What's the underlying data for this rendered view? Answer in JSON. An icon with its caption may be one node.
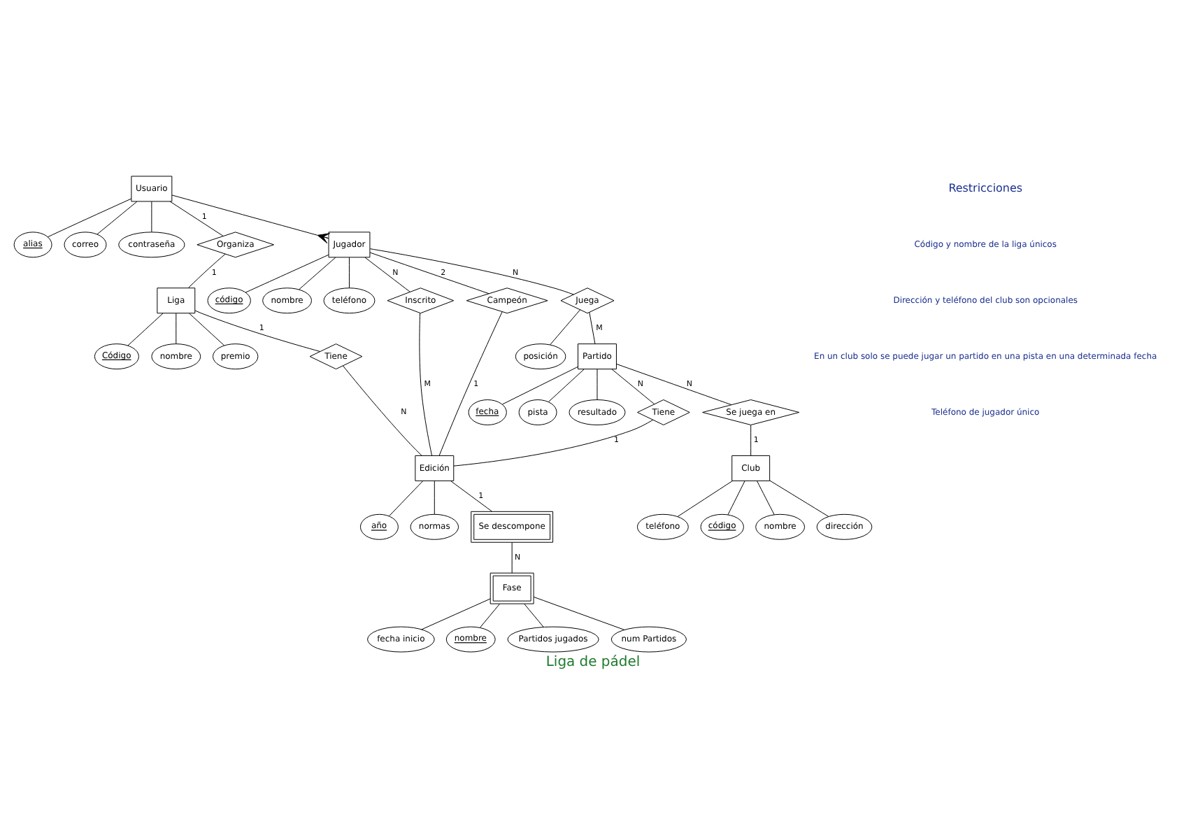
{
  "diagram": {
    "title": "Liga de pádel",
    "nodes": [
      {
        "text": [
          "Usuario"
        ]
      },
      {
        "text": [
          "alias"
        ]
      },
      {
        "text": [
          "correo"
        ]
      },
      {
        "text": [
          "contraseña"
        ]
      },
      {
        "text": [
          "Organiza"
        ]
      },
      {
        "text": [
          "Liga"
        ]
      },
      {
        "text": [
          "Código"
        ]
      },
      {
        "text": [
          "nombre"
        ]
      },
      {
        "text": [
          "premio"
        ]
      },
      {
        "text": [
          "Tiene"
        ]
      },
      {
        "text": [
          "Jugador"
        ]
      },
      {
        "text": [
          "código"
        ]
      },
      {
        "text": [
          "nombre"
        ]
      },
      {
        "text": [
          "teléfono"
        ]
      },
      {
        "text": [
          "Inscrito"
        ]
      },
      {
        "text": [
          "Campeón"
        ]
      },
      {
        "text": [
          "Edición"
        ]
      },
      {
        "text": [
          "año"
        ]
      },
      {
        "text": [
          "normas"
        ]
      },
      {
        "text": [
          "Juega"
        ]
      },
      {
        "text": [
          "posición"
        ]
      },
      {
        "text": [
          "Se descompone"
        ]
      },
      {
        "text": [
          "Partido"
        ]
      },
      {
        "text": [
          "fecha"
        ]
      },
      {
        "text": [
          "pista"
        ]
      },
      {
        "text": [
          "resultado"
        ]
      },
      {
        "text": [
          "Tiene"
        ]
      },
      {
        "text": [
          "Se juega en"
        ]
      },
      {
        "text": [
          "Fase"
        ]
      },
      {
        "text": [
          "fecha inicio"
        ]
      },
      {
        "text": [
          "nombre"
        ]
      },
      {
        "text": [
          "Partidos jugados"
        ]
      },
      {
        "text": [
          "num Partidos"
        ]
      },
      {
        "text": [
          "Club"
        ]
      },
      {
        "text": [
          "teléfono"
        ]
      },
      {
        "text": [
          "código"
        ]
      },
      {
        "text": [
          "nombre"
        ]
      },
      {
        "text": [
          "dirección"
        ]
      }
    ],
    "edges": [
      {
        "from": 0,
        "to": 1,
        "arrow": "none"
      },
      {
        "from": 0,
        "to": 2,
        "arrow": "none"
      },
      {
        "from": 0,
        "to": 3,
        "arrow": "none"
      },
      {
        "from": 0,
        "to": 4,
        "arrow": "none",
        "label": "1"
      },
      {
        "from": 4,
        "to": 5,
        "arrow": "none",
        "label": "1"
      },
      {
        "from": 5,
        "to": 6,
        "arrow": "none"
      },
      {
        "from": 5,
        "to": 7,
        "arrow": "none"
      },
      {
        "from": 5,
        "to": 8,
        "arrow": "none"
      },
      {
        "from": 5,
        "to": 9,
        "arrow": "none",
        "label": "1"
      },
      {
        "from": 9,
        "to": 16,
        "arrow": "none",
        "label": "N"
      },
      {
        "from": 0,
        "to": 10,
        "arrow": "other"
      },
      {
        "from": 10,
        "to": 11,
        "arrow": "none"
      },
      {
        "from": 10,
        "to": 12,
        "arrow": "none"
      },
      {
        "from": 10,
        "to": 13,
        "arrow": "none"
      },
      {
        "from": 10,
        "to": 14,
        "arrow": "none",
        "label": "N"
      },
      {
        "from": 14,
        "to": 16,
        "arrow": "none",
        "label": "M"
      },
      {
        "from": 10,
        "to": 15,
        "arrow": "none",
        "label": "2"
      },
      {
        "from": 15,
        "to": 16,
        "arrow": "none",
        "label": "1"
      },
      {
        "from": 16,
        "to": 17,
        "arrow": "none"
      },
      {
        "from": 16,
        "to": 18,
        "arrow": "none"
      },
      {
        "from": 10,
        "to": 19,
        "arrow": "none",
        "label": "N"
      },
      {
        "from": 19,
        "to": 22,
        "arrow": "none",
        "label": "M"
      },
      {
        "from": 19,
        "to": 20,
        "arrow": "none"
      },
      {
        "from": 16,
        "to": 21,
        "arrow": "none",
        "label": "1"
      },
      {
        "from": 22,
        "to": 23,
        "arrow": "none"
      },
      {
        "from": 22,
        "to": 24,
        "arrow": "none"
      },
      {
        "from": 22,
        "to": 25,
        "arrow": "none"
      },
      {
        "from": 22,
        "to": 26,
        "arrow": "none",
        "label": "N"
      },
      {
        "from": 26,
        "to": 16,
        "arrow": "none",
        "label": "1"
      },
      {
        "from": 22,
        "to": 27,
        "arrow": "none",
        "label": "N"
      },
      {
        "from": 21,
        "to": 28,
        "arrow": "none",
        "label": "N"
      },
      {
        "from": 28,
        "to": 29,
        "arrow": "none"
      },
      {
        "from": 28,
        "to": 30,
        "arrow": "none"
      },
      {
        "from": 28,
        "to": 31,
        "arrow": "none"
      },
      {
        "from": 28,
        "to": 32,
        "arrow": "none"
      },
      {
        "from": 27,
        "to": 33,
        "arrow": "none",
        "label": "1"
      },
      {
        "from": 33,
        "to": 34,
        "arrow": "none"
      },
      {
        "from": 33,
        "to": 35,
        "arrow": "none"
      },
      {
        "from": 33,
        "to": 36,
        "arrow": "none"
      },
      {
        "from": 33,
        "to": 37,
        "arrow": "none"
      }
    ],
    "labels": [
      "Restricciones",
      "Código y nombre de la liga únicos",
      "Dirección y teléfono del club son opcionales",
      "En un club solo se puede jugar un partido en una pista en una determinada fecha",
      "Teléfono de jugador único"
    ]
  }
}
